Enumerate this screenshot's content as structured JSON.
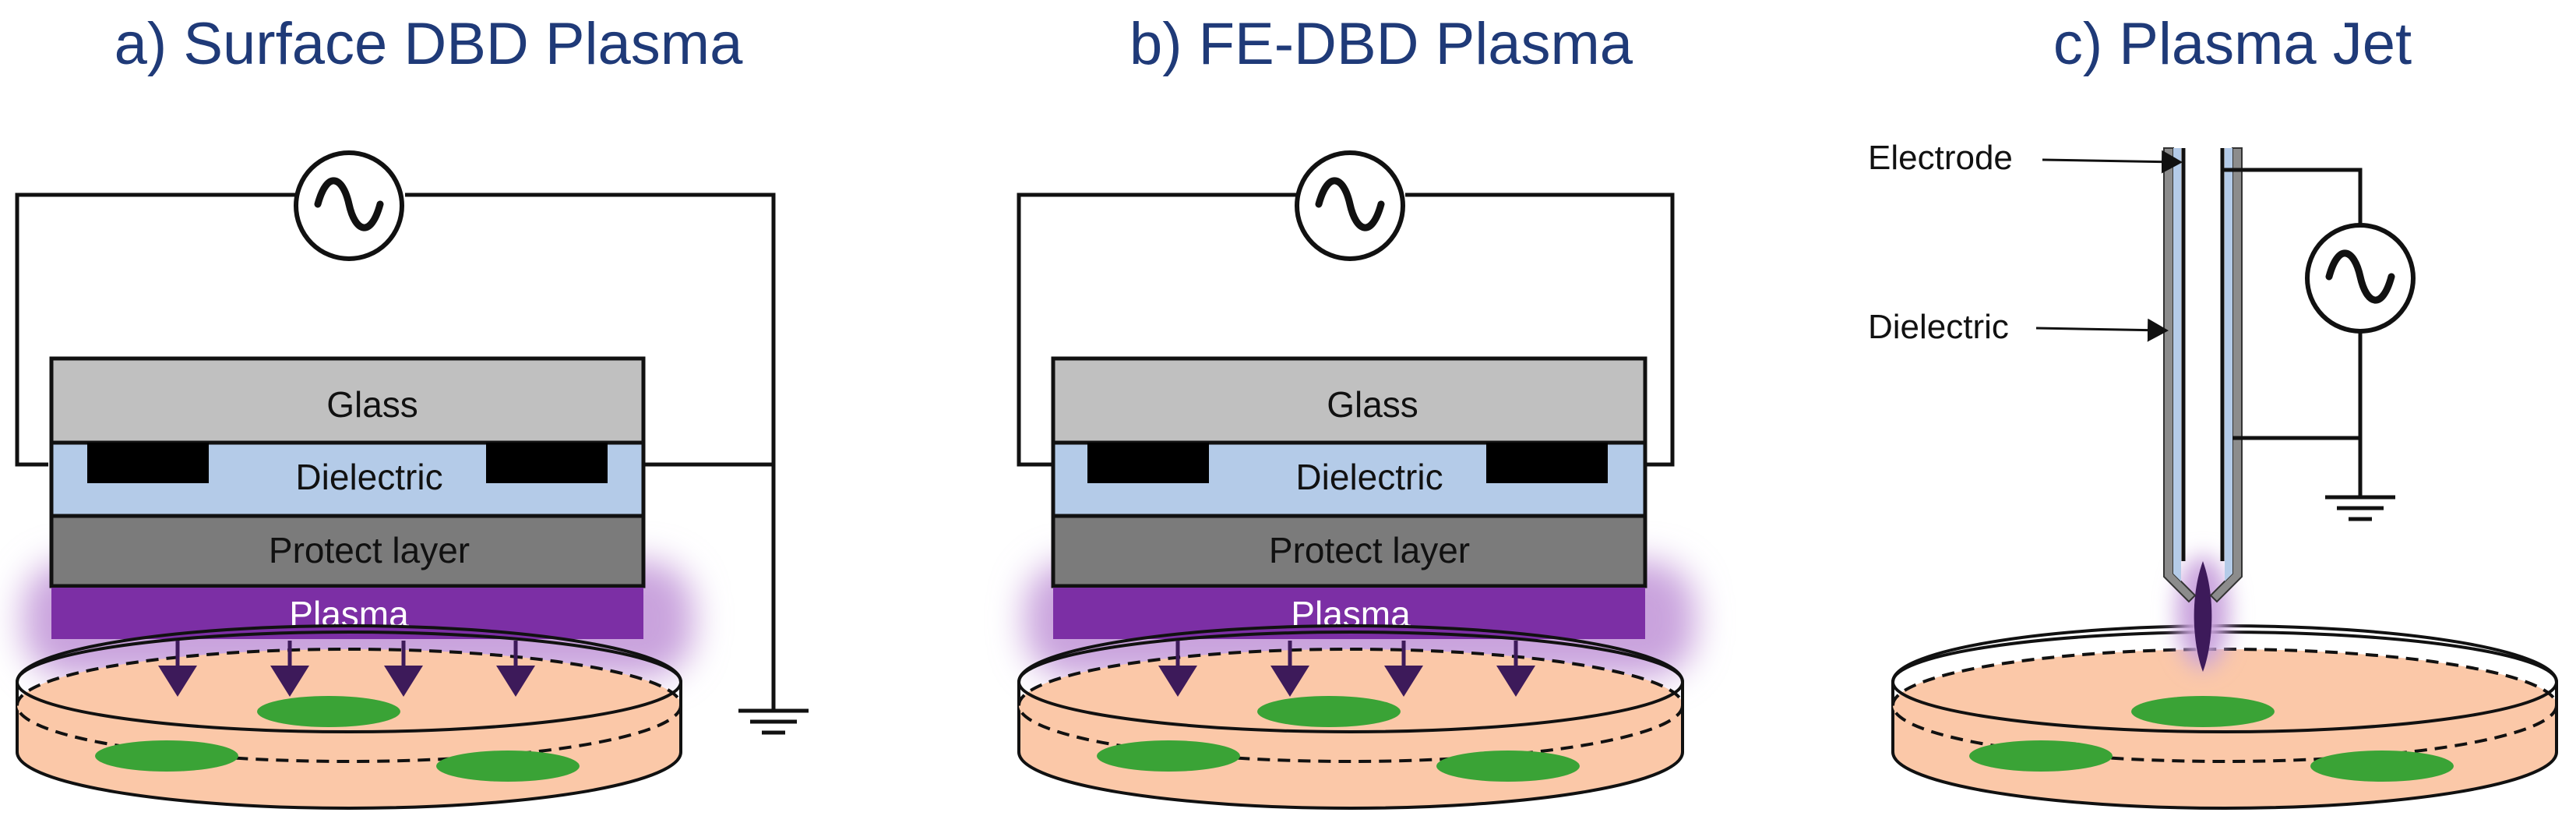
{
  "panels": [
    {
      "title": "a) Surface DBD Plasma",
      "layers": {
        "glass": "Glass",
        "dielectric": "Dielectric",
        "protect": "Protect layer",
        "plasma": "Plasma"
      }
    },
    {
      "title": "b) FE-DBD Plasma",
      "layers": {
        "glass": "Glass",
        "dielectric": "Dielectric",
        "protect": "Protect layer",
        "plasma": "Plasma"
      }
    },
    {
      "title": "c) Plasma Jet",
      "labels": {
        "electrode": "Electrode",
        "dielectric": "Dielectric"
      }
    }
  ],
  "colors": {
    "title": "#1f3a78",
    "glass": "#c0c0c0",
    "dielectric": "#b4cbe8",
    "protect": "#7b7b7b",
    "plasma": "#7c2fa5",
    "plasma_glow": "#c9a3dd",
    "dish_fill": "#fbc8a8",
    "cell": "#3aa336",
    "arrow": "#3d1a5a",
    "tube": "#8c8c8c"
  },
  "icons": [
    "ac-source-icon",
    "ground-icon",
    "arrow-icon"
  ]
}
